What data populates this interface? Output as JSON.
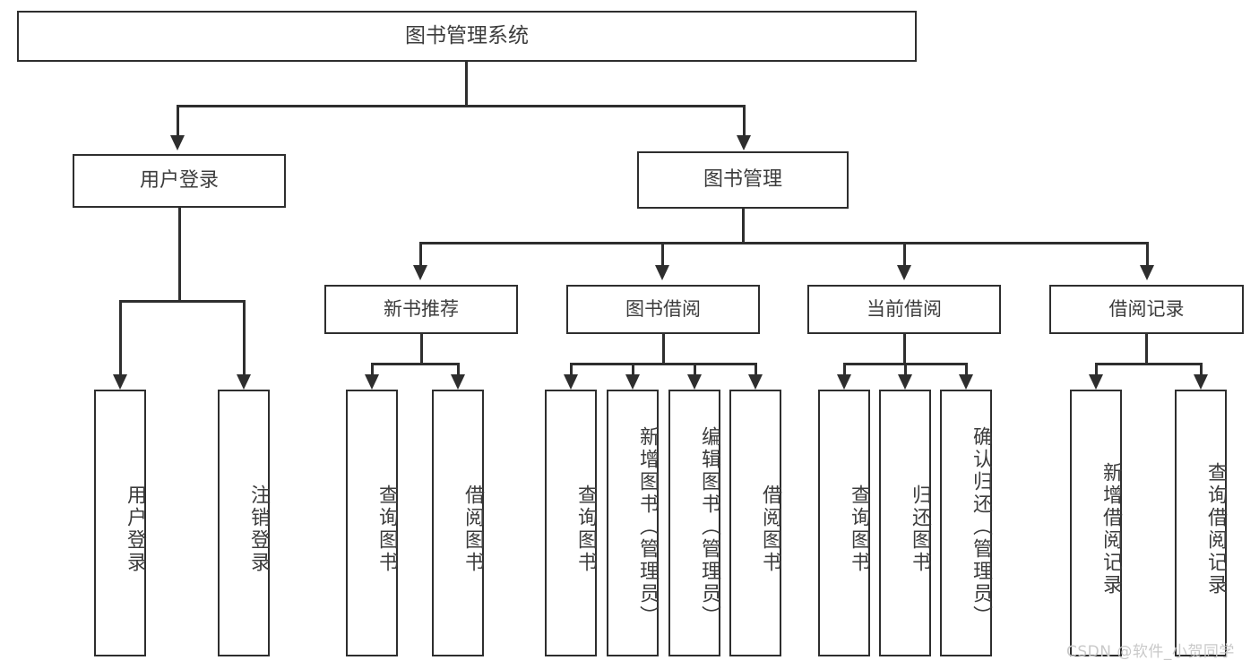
{
  "diagram": {
    "title": "图书管理系统",
    "type": "hierarchical-tree",
    "root": "图书管理系统",
    "level1": [
      {
        "id": "user-login",
        "label": "用户登录"
      },
      {
        "id": "book-management",
        "label": "图书管理"
      }
    ],
    "level2": [
      {
        "id": "new-book-recommend",
        "label": "新书推荐",
        "parent": "book-management"
      },
      {
        "id": "book-borrow",
        "label": "图书借阅",
        "parent": "book-management"
      },
      {
        "id": "current-borrow",
        "label": "当前借阅",
        "parent": "book-management"
      },
      {
        "id": "borrow-record",
        "label": "借阅记录",
        "parent": "book-management"
      }
    ],
    "leaves": {
      "user-login": [
        {
          "id": "leaf-user-login",
          "label": "用户登录"
        },
        {
          "id": "leaf-logout",
          "label": "注销登录"
        }
      ],
      "new-book-recommend": [
        {
          "id": "leaf-query-book-1",
          "label": "查询图书"
        },
        {
          "id": "leaf-borrow-book-1",
          "label": "借阅图书"
        }
      ],
      "book-borrow": [
        {
          "id": "leaf-query-book-2",
          "label": "查询图书"
        },
        {
          "id": "leaf-add-book",
          "label": "新增图书（管理员）"
        },
        {
          "id": "leaf-edit-book",
          "label": "编辑图书（管理员）"
        },
        {
          "id": "leaf-borrow-book-2",
          "label": "借阅图书"
        }
      ],
      "current-borrow": [
        {
          "id": "leaf-query-book-3",
          "label": "查询图书"
        },
        {
          "id": "leaf-return-book",
          "label": "归还图书"
        },
        {
          "id": "leaf-confirm-return",
          "label": "确认归还（管理员）"
        }
      ],
      "borrow-record": [
        {
          "id": "leaf-add-record",
          "label": "新增借阅记录"
        },
        {
          "id": "leaf-query-record",
          "label": "查询借阅记录"
        }
      ]
    }
  },
  "watermark": {
    "text": "CSDN @软件_小贺同学",
    "color": "#c9c9c9"
  },
  "style": {
    "border_color": "#2e2e2e",
    "text_color": "#3c3c3c",
    "background": "#ffffff"
  }
}
